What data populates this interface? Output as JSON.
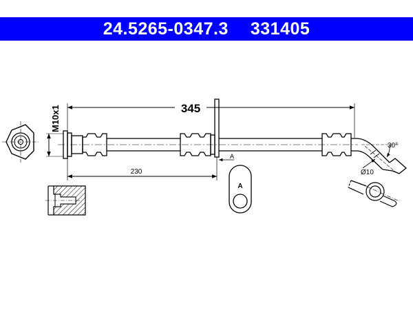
{
  "header": {
    "part_number": "24.5265-0347.3",
    "ref_number": "331405",
    "background_color": "#0000ff",
    "text_color": "#ffffff"
  },
  "drawing": {
    "thread_label": "M10x1",
    "total_length": "345",
    "partial_length": "230",
    "bracket_label": "A",
    "detail_label": "A",
    "angle_label": "30°",
    "diameter_label": "Ø10"
  }
}
